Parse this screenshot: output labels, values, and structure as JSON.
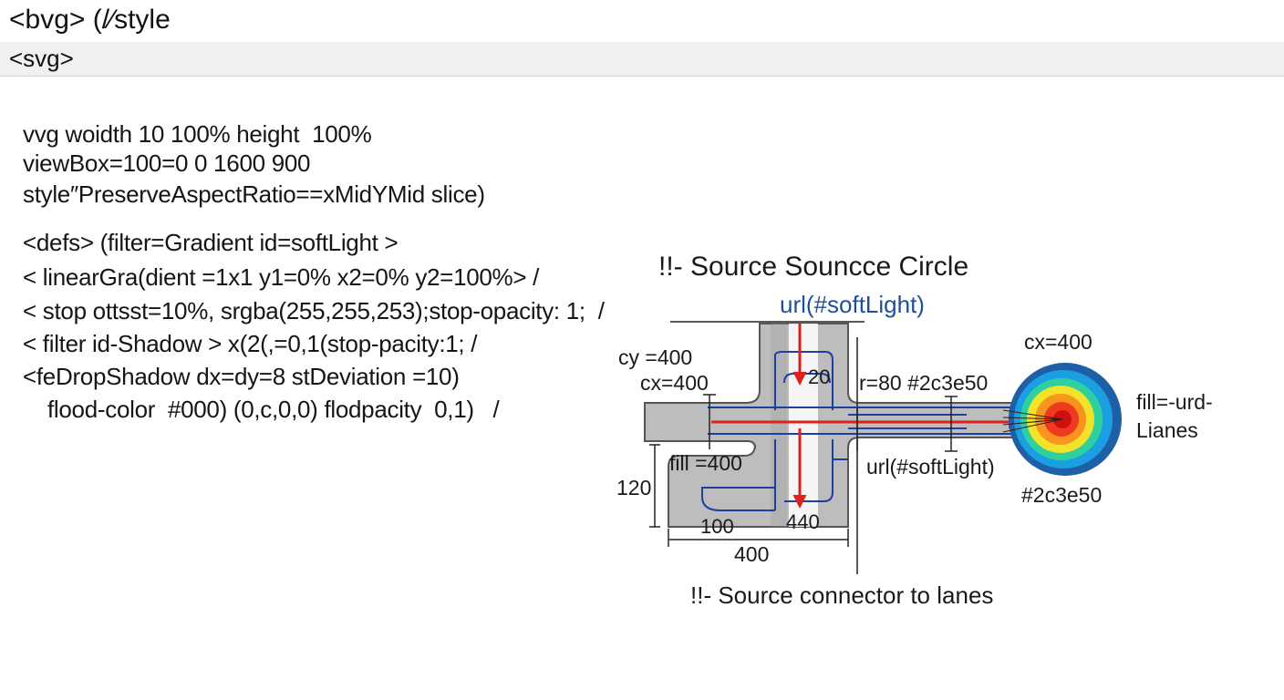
{
  "header": {
    "tab_title": "<bvg> (/⁄style",
    "tag_label": "<svg>"
  },
  "code_lines": [
    "vvg woidth 10 100% height  100%",
    "viewBox=100=0 0 1600 900",
    "style″PreserveAspectRatio==xMidYMid slice)",
    "<defs> (filter=Gradient id=softLight >",
    "< linearGra(dient =1x1 y1=0% x2=0% y2=100%> /",
    "< stop ottsst=10%, srgba(255,255,253);stop-opacity: 1;  /",
    "< filter id-Shadow > x(2(,=0,1(stop-pacity:1; /",
    "<feDropShadow dx=dy=8 stDeviation =10)",
    "flood-color  #000) (0,c,0,0) flodpacity  0,1)   /"
  ],
  "diagram": {
    "title": "!!- Source Souncce Circle",
    "url_top": "url(#softLight)",
    "cy_label": "cy =400",
    "cx_left_label": "cx=400",
    "label_20": "20",
    "r_label": "r=80 #2c3e50",
    "cx_right_label": "cx=400",
    "fill_right_label_1": "fill=-urd-",
    "fill_right_label_2": "Lianes",
    "fill_left_label": "fill =400",
    "url_bottom": "url(#softLight)",
    "color_label": "#2c3e50",
    "label_120": "120",
    "label_100": "100",
    "label_440": "440",
    "label_400": "400",
    "footer": "!!- Source connector to lanes",
    "colors": {
      "road": "#bdbdbd",
      "road_edge": "#555555",
      "lane": "#1f3fa0",
      "arrow": "#e0201c",
      "url_text": "#1f4e9a",
      "rings": [
        "#1e5fa8",
        "#1aa0e0",
        "#2fd0a0",
        "#f2e22a",
        "#f7951e",
        "#ee3a1e",
        "#d01010"
      ]
    }
  }
}
